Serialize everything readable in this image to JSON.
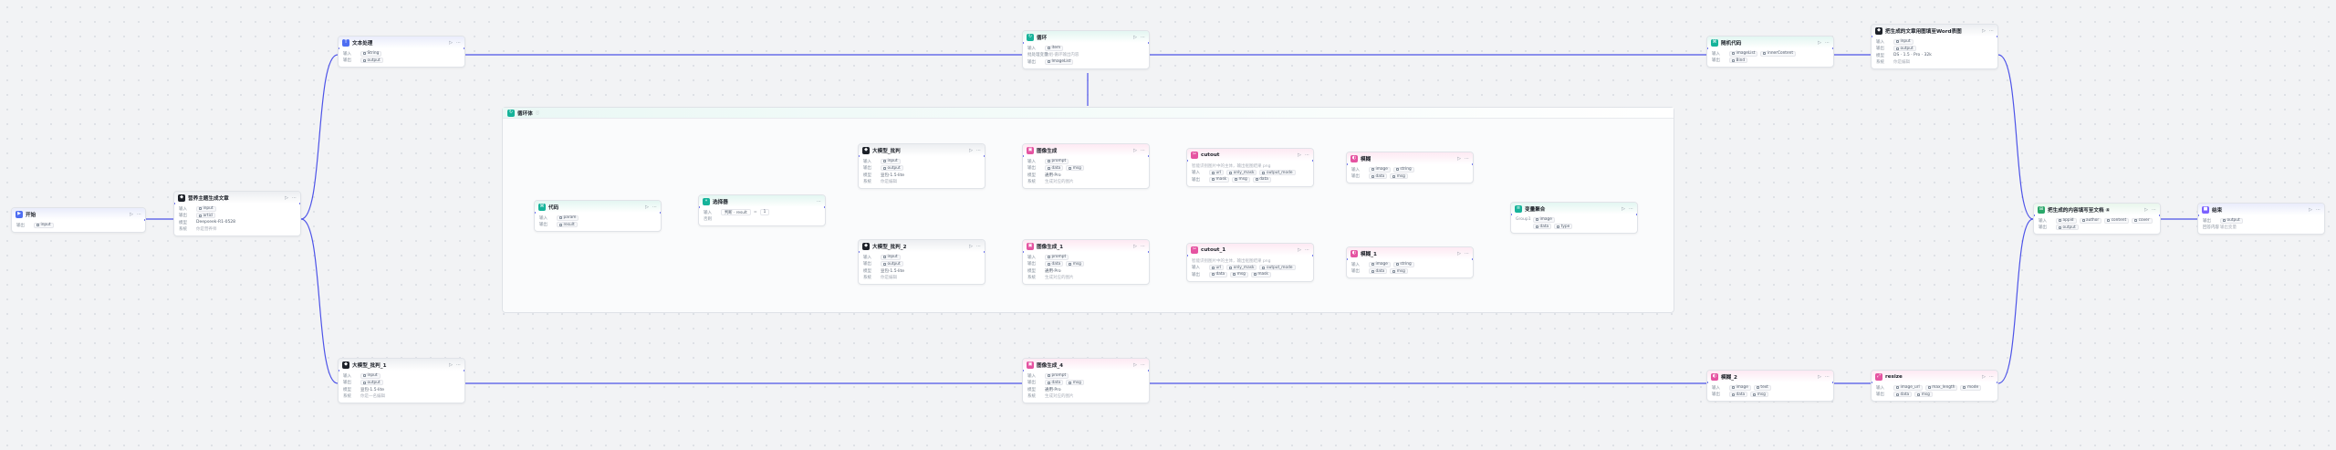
{
  "loop": {
    "title": "循环体"
  },
  "labels": {
    "in": "输入",
    "out": "输出",
    "model": "模型",
    "sys": "系统",
    "ver": "批处理变量"
  },
  "nodes": {
    "start": {
      "title": "开始",
      "rows": [
        {
          "l": "输出",
          "tags": [
            "input"
          ]
        }
      ]
    },
    "llm_main": {
      "title": "营养主题生成文章",
      "rows": [
        {
          "l": "输入",
          "tags": [
            "input"
          ]
        },
        {
          "l": "输出",
          "tags": [
            "articl"
          ]
        },
        {
          "l": "模型",
          "text": "Deepseek-R1-0528"
        },
        {
          "l": "系统",
          "text": "你是营养师",
          "muted": true
        }
      ]
    },
    "text": {
      "title": "文本处理",
      "rows": [
        {
          "l": "输入",
          "tags": [
            "String"
          ]
        },
        {
          "l": "输出",
          "tags": [
            "output"
          ]
        }
      ]
    },
    "llm_b": {
      "title": "大模型_批判_1",
      "rows": [
        {
          "l": "输入",
          "tags": [
            "input"
          ]
        },
        {
          "l": "输出",
          "tags": [
            "output"
          ]
        },
        {
          "l": "模型",
          "text": "豆包·1.5·lite"
        },
        {
          "l": "系统",
          "text": "你是一名编辑",
          "muted": true
        }
      ]
    },
    "loop": {
      "title": "循环",
      "rows": [
        {
          "l": "输入",
          "tags": [
            "item"
          ]
        },
        {
          "l": "批处理变量",
          "text": "数组·循环输出内容",
          "muted": true
        },
        {
          "l": "输出",
          "tags": [
            "ImageList"
          ]
        }
      ]
    },
    "img_b": {
      "title": "图像生成_2",
      "rows": [
        {
          "l": "输入",
          "tags": [
            "prompt"
          ]
        },
        {
          "l": "输出",
          "tags": [
            "data",
            "msg"
          ]
        },
        {
          "l": "模型",
          "text": "通用·Pro"
        },
        {
          "l": "系统",
          "text": "生成对应的图片",
          "muted": true
        }
      ]
    },
    "code_in": {
      "title": "代码",
      "rows": [
        {
          "l": "输入",
          "tags": [
            "param"
          ]
        },
        {
          "l": "输出",
          "tags": [
            "result"
          ]
        }
      ]
    },
    "selector": {
      "title": "选择器",
      "cond": "判断 · result",
      "val": "1",
      "else": "否则"
    },
    "llm_l1": {
      "title": "大模型_批判",
      "rows": [
        {
          "l": "输入",
          "tags": [
            "input"
          ]
        },
        {
          "l": "输出",
          "tags": [
            "output"
          ]
        },
        {
          "l": "模型",
          "text": "豆包·1.5·lite"
        },
        {
          "l": "系统",
          "text": "你是编辑",
          "muted": true
        }
      ]
    },
    "llm_l2": {
      "title": "大模型_批判_2",
      "rows": [
        {
          "l": "输入",
          "tags": [
            "input"
          ]
        },
        {
          "l": "输出",
          "tags": [
            "output"
          ]
        },
        {
          "l": "模型",
          "text": "豆包·1.5·lite"
        },
        {
          "l": "系统",
          "text": "你是编辑",
          "muted": true
        }
      ]
    },
    "img_l1": {
      "title": "图像生成",
      "rows": [
        {
          "l": "输入",
          "tags": [
            "prompt"
          ]
        },
        {
          "l": "输出",
          "tags": [
            "data",
            "msg"
          ]
        },
        {
          "l": "模型",
          "text": "通用·Pro"
        },
        {
          "l": "系统",
          "text": "生成对应的图片",
          "muted": true
        }
      ]
    },
    "img_l2": {
      "title": "图像生成_1",
      "rows": [
        {
          "l": "输入",
          "tags": [
            "prompt"
          ]
        },
        {
          "l": "输出",
          "tags": [
            "data",
            "msg"
          ]
        },
        {
          "l": "模型",
          "text": "通用·Pro"
        },
        {
          "l": "系统",
          "text": "生成对应的图片",
          "muted": true
        }
      ]
    },
    "cutout1": {
      "title": "cutout",
      "note": "智能识别图片中的主体，输出抠图结果 png",
      "rows": [
        {
          "l": "输入",
          "tags": [
            "url",
            "only_mask",
            "output_mode"
          ]
        },
        {
          "l": "输出",
          "tags": [
            "mask",
            "msg",
            "data"
          ]
        }
      ]
    },
    "cutout2": {
      "title": "cutout_1",
      "note": "智能识别图片中的主体，输出抠图结果 png",
      "rows": [
        {
          "l": "输入",
          "tags": [
            "url",
            "only_mask",
            "output_mode"
          ]
        },
        {
          "l": "输出",
          "tags": [
            "data",
            "msg",
            "mask"
          ]
        }
      ]
    },
    "blur1": {
      "title": "模糊",
      "rows": [
        {
          "l": "输入",
          "tags": [
            "image",
            "string"
          ]
        },
        {
          "l": "输出",
          "tags": [
            "data",
            "msg"
          ]
        }
      ]
    },
    "blur2": {
      "title": "模糊_1",
      "rows": [
        {
          "l": "输入",
          "tags": [
            "image",
            "string"
          ]
        },
        {
          "l": "输出",
          "tags": [
            "data",
            "msg"
          ]
        }
      ]
    },
    "var_agg": {
      "title": "变量聚合",
      "rows": [
        {
          "l": "Group1",
          "tags": [
            "image"
          ]
        },
        {
          "l": "",
          "tags": [
            "data",
            "type"
          ]
        }
      ]
    },
    "code_r": {
      "title": "随机代码",
      "rows": [
        {
          "l": "输入",
          "tags": [
            "imageList",
            "innerContent"
          ]
        },
        {
          "l": "输出",
          "tags": [
            "Bind"
          ]
        }
      ]
    },
    "plugin": {
      "title": "把生成的文章用图填至Word表图",
      "rows": [
        {
          "l": "输入",
          "tags": [
            "input"
          ]
        },
        {
          "l": "输出",
          "tags": [
            "output"
          ]
        },
        {
          "l": "模型",
          "text": "DS · 1.5 · Pro · 32k"
        },
        {
          "l": "系统",
          "text": "你是编辑",
          "muted": true
        }
      ]
    },
    "merge": {
      "title": "把生成的内容填写至文档 ④",
      "rows": [
        {
          "l": "输入",
          "tags": [
            "appid",
            "author",
            "content",
            "cover"
          ]
        },
        {
          "l": "输出",
          "tags": [
            "output"
          ]
        }
      ]
    },
    "end": {
      "title": "结束",
      "rows": [
        {
          "l": "输出",
          "tags": [
            "output"
          ]
        },
        {
          "l": "回答内容",
          "text": "输出变量",
          "muted": true
        }
      ]
    },
    "img_bot": {
      "title": "图像生成_4",
      "rows": [
        {
          "l": "输入",
          "tags": [
            "prompt"
          ]
        },
        {
          "l": "输出",
          "tags": [
            "data",
            "msg"
          ]
        },
        {
          "l": "模型",
          "text": "通用·Pro"
        },
        {
          "l": "系统",
          "text": "生成对应的图片",
          "muted": true
        }
      ]
    },
    "blur_bot": {
      "title": "模糊_2",
      "rows": [
        {
          "l": "输入",
          "tags": [
            "image",
            "text"
          ]
        },
        {
          "l": "输出",
          "tags": [
            "data",
            "msg"
          ]
        }
      ]
    },
    "resize": {
      "title": "resize",
      "rows": [
        {
          "l": "输入",
          "tags": [
            "image_url",
            "max_length",
            "mode"
          ]
        },
        {
          "l": "输出",
          "tags": [
            "data",
            "msg"
          ]
        }
      ]
    }
  }
}
